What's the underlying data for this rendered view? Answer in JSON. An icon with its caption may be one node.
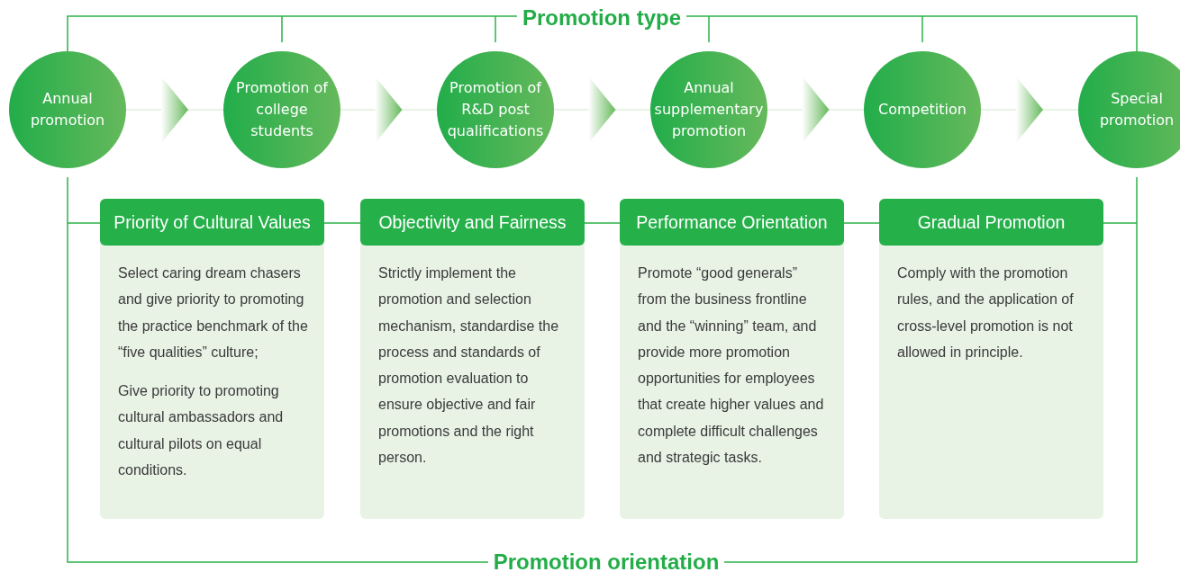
{
  "diagram": {
    "nodes": [
      {
        "text": [
          "Annual promotion"
        ]
      },
      {
        "text": [
          "Promotion of college students"
        ]
      },
      {
        "text": [
          "Promotion of R&D post qualifications"
        ]
      },
      {
        "text": [
          "Annual supplementary promotion"
        ]
      },
      {
        "text": [
          "Competition"
        ]
      },
      {
        "text": [
          "Special promotion"
        ]
      },
      {
        "text": [
          "Priority of Cultural Values",
          "Select caring dream chasers and give priority to promoting the practice benchmark of the “five qualities” culture;",
          "Give priority to promoting cultural ambassadors and cultural pilots on equal conditions."
        ]
      },
      {
        "text": [
          "Objectivity and Fairness",
          "Strictly implement the promotion and selection mechanism, standardise the process and standards of promotion evaluation to ensure objective and fair promotions and the right person."
        ]
      },
      {
        "text": [
          "Performance Orientation",
          "Promote “good generals” from the business frontline and the “winning” team, and provide more promotion opportunities for employees that create higher values and complete difficult challenges and strategic tasks."
        ]
      },
      {
        "text": [
          "Gradual Promotion",
          "Comply with the promotion rules, and the application of cross-level promotion is not allowed in principle."
        ]
      }
    ],
    "edges": [
      {
        "from": 0,
        "to": 1,
        "arrow": "to"
      },
      {
        "from": 1,
        "to": 2,
        "arrow": "to"
      },
      {
        "from": 2,
        "to": 3,
        "arrow": "to"
      },
      {
        "from": 3,
        "to": 4,
        "arrow": "to"
      },
      {
        "from": 4,
        "to": 5,
        "arrow": "to"
      }
    ],
    "labels": [
      "Promotion type",
      "Promotion orientation"
    ]
  }
}
